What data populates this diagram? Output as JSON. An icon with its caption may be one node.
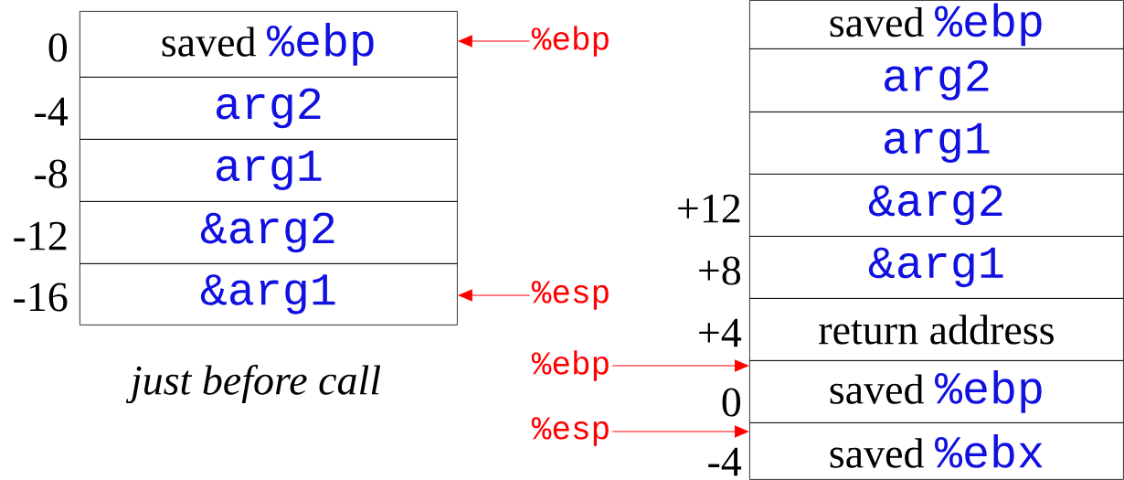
{
  "diagram": {
    "nodes": [
      {
        "text": [
          "saved",
          "%ebp"
        ],
        "beside": [
          "0"
        ]
      },
      {
        "text": [
          "arg2"
        ],
        "beside": [
          "-4"
        ]
      },
      {
        "text": [
          "arg1"
        ],
        "beside": [
          "-8"
        ]
      },
      {
        "text": [
          "&arg2"
        ],
        "beside": [
          "-12"
        ]
      },
      {
        "text": [
          "&arg1"
        ],
        "beside": [
          "-16"
        ]
      },
      {
        "text": [
          "%ebp"
        ]
      },
      {
        "text": [
          "%esp"
        ]
      },
      {
        "text": [
          "saved",
          "%ebp"
        ]
      },
      {
        "text": [
          "arg2"
        ]
      },
      {
        "text": [
          "arg1"
        ]
      },
      {
        "text": [
          "&arg2"
        ],
        "beside": [
          "+12"
        ]
      },
      {
        "text": [
          "&arg1"
        ],
        "beside": [
          "+8"
        ]
      },
      {
        "text": [
          "return address"
        ],
        "beside": [
          "+4"
        ]
      },
      {
        "text": [
          "saved",
          "%ebp"
        ],
        "beside": [
          "0"
        ]
      },
      {
        "text": [
          "saved",
          "%ebx"
        ],
        "beside": [
          "-4"
        ]
      },
      {
        "text": [
          "%ebp"
        ]
      },
      {
        "text": [
          "%esp"
        ]
      }
    ],
    "edges": [
      {
        "from": 5,
        "to": 0,
        "arrow": "to"
      },
      {
        "from": 6,
        "to": 4,
        "arrow": "to"
      },
      {
        "from": 15,
        "to": 13,
        "arrow": "to"
      },
      {
        "from": 16,
        "to": 14,
        "arrow": "to"
      }
    ],
    "labels": [
      "just before call"
    ]
  }
}
